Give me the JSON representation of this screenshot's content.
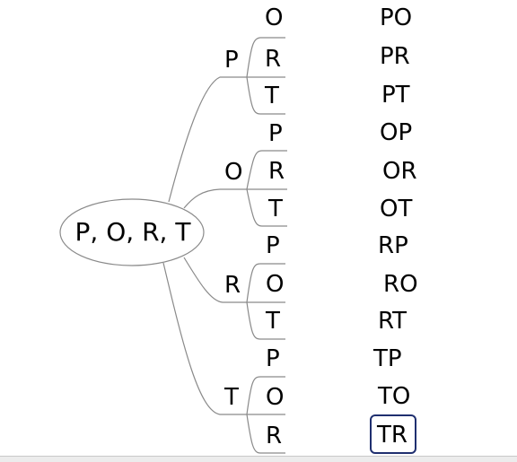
{
  "root": {
    "label": "P, O, R, T"
  },
  "branches": [
    {
      "letter": "P",
      "children": [
        {
          "letter": "O",
          "result": "PO"
        },
        {
          "letter": "R",
          "result": "PR"
        },
        {
          "letter": "T",
          "result": "PT"
        }
      ]
    },
    {
      "letter": "O",
      "children": [
        {
          "letter": "P",
          "result": "OP"
        },
        {
          "letter": "R",
          "result": "OR"
        },
        {
          "letter": "T",
          "result": "OT"
        }
      ]
    },
    {
      "letter": "R",
      "children": [
        {
          "letter": "P",
          "result": "RP"
        },
        {
          "letter": "O",
          "result": "RO"
        },
        {
          "letter": "T",
          "result": "RT"
        }
      ]
    },
    {
      "letter": "T",
      "children": [
        {
          "letter": "P",
          "result": "TP"
        },
        {
          "letter": "O",
          "result": "TO"
        },
        {
          "letter": "R",
          "result": "TR"
        }
      ]
    }
  ],
  "selected_result": "TR",
  "colors": {
    "line": "#8a8a8a",
    "ellipse": "#8a8a8a",
    "selection_border": "#1f2f6f"
  }
}
